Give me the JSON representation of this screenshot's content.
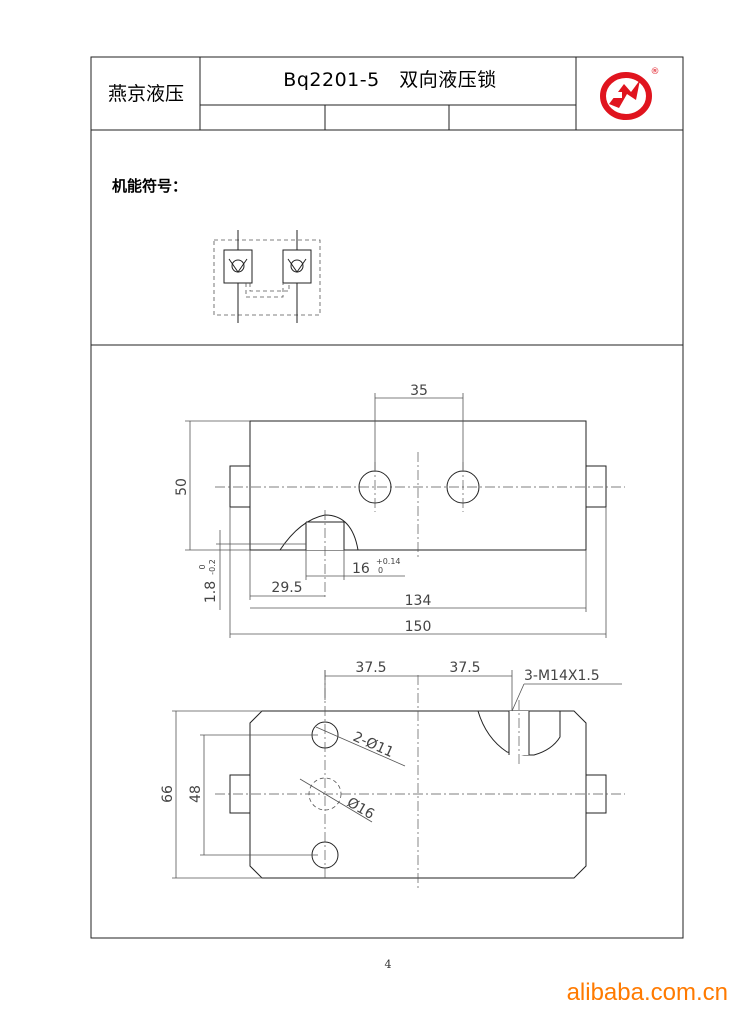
{
  "header": {
    "company": "燕京液压",
    "title": "Bq2201-5　双向液压锁",
    "logo_mark": "®",
    "logo_icon": "company-logo-icon",
    "brand_color": "#e0141e"
  },
  "symbol_section": {
    "label": "机能符号："
  },
  "front_view": {
    "dim_hole_spacing": "35",
    "dim_height": "50",
    "dim_depth": "1.8",
    "dim_depth_tol_upper": "0",
    "dim_depth_tol_lower": "-0.2",
    "dim_bore": "16",
    "dim_bore_tol_upper": "+0.14",
    "dim_bore_tol_lower": "0",
    "dim_offset": "29.5",
    "dim_body_length": "134",
    "dim_total_length": "150"
  },
  "top_view": {
    "dim_left": "37.5",
    "dim_right": "37.5",
    "thread_label": "3-M14X1.5",
    "hole_label": "2-Ø11",
    "bore_label": "Ø16",
    "dim_width_outer": "66",
    "dim_width_inner": "48"
  },
  "footer": {
    "page_number": "4",
    "watermark": "alibaba.com.cn",
    "watermark_color": "#ff7a00"
  }
}
